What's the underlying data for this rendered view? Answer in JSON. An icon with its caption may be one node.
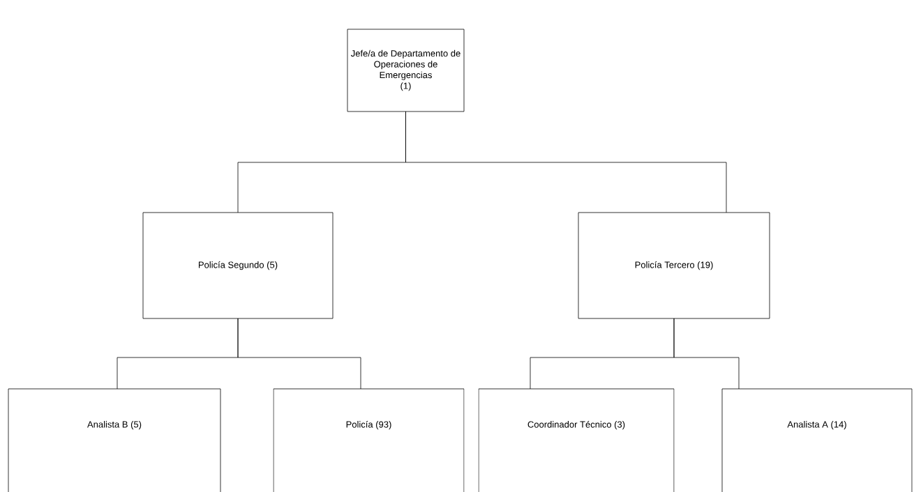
{
  "diagram": {
    "nodes": [
      {
        "text": [
          "Jefe/a de Departamento de Operaciones de Emergencias",
          "(1)"
        ]
      },
      {
        "text": [
          "Policía Segundo (5)"
        ]
      },
      {
        "text": [
          "Policía Tercero (19)"
        ]
      },
      {
        "text": [
          "Analista B (5)"
        ]
      },
      {
        "text": [
          "Policía (93)"
        ]
      },
      {
        "text": [
          "Coordinador Técnico (3)"
        ]
      },
      {
        "text": [
          "Analista A (14)"
        ]
      }
    ],
    "edges": [
      {
        "from": 0,
        "to": 1,
        "arrow": "none"
      },
      {
        "from": 0,
        "to": 2,
        "arrow": "none"
      },
      {
        "from": 1,
        "to": 3,
        "arrow": "none"
      },
      {
        "from": 1,
        "to": 4,
        "arrow": "none"
      },
      {
        "from": 2,
        "to": 5,
        "arrow": "none"
      },
      {
        "from": 2,
        "to": 6,
        "arrow": "none"
      }
    ]
  }
}
